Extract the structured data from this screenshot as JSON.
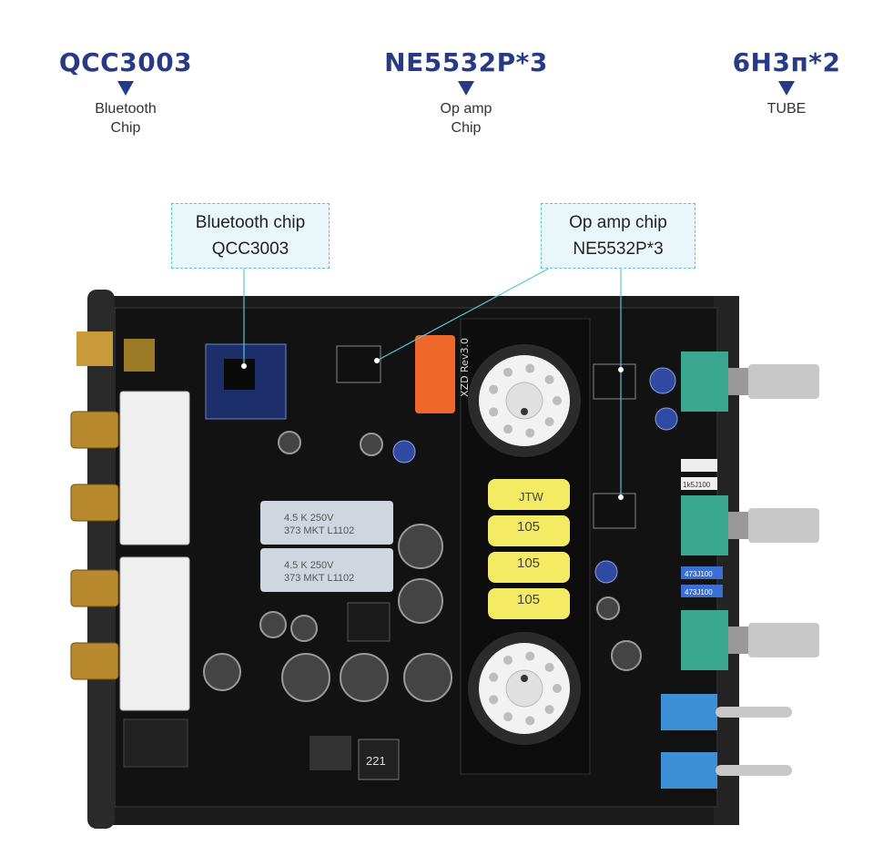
{
  "headers": [
    {
      "title": "QCC3003",
      "sub1": "Bluetooth",
      "sub2": "Chip"
    },
    {
      "title": "NE5532P*3",
      "sub1": "Op amp",
      "sub2": "Chip"
    },
    {
      "title": "6H3п*2",
      "sub1": "TUBE",
      "sub2": ""
    }
  ],
  "callouts": {
    "bluetooth": {
      "line1": "Bluetooth chip",
      "line2": "QCC3003"
    },
    "opamp": {
      "line1": "Op amp chip",
      "line2": "NE5532P*3"
    }
  },
  "board": {
    "revision": "XZD Rev3.0",
    "film_cap_a": "4.5 K 250V",
    "film_cap_b": "373 MKT L1102",
    "yellow_cap_value": "105",
    "yellow_cap_brand": "JTW",
    "inductor": "221",
    "resistor_a": "473J100",
    "resistor_b": "1k5J100"
  },
  "colors": {
    "accent": "#273a86",
    "callout_border": "#58c4d6",
    "callout_bg": "#e9f7fb",
    "pcb": "#121212",
    "chassis": "#1c1c1c"
  }
}
